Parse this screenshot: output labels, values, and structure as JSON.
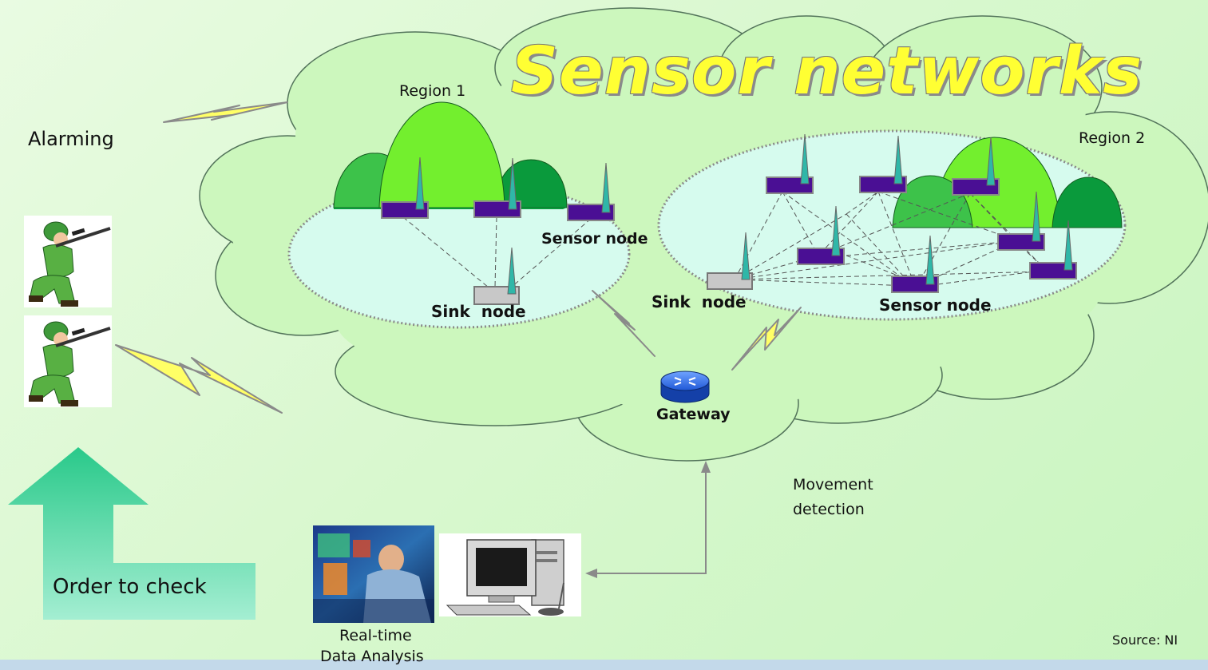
{
  "title": "Sensor networks",
  "labels": {
    "alarming": "Alarming",
    "region1": "Region 1",
    "region2": "Region 2",
    "sensor_node_1": "Sensor node",
    "sensor_node_2": "Sensor node",
    "sink_node_1": "Sink  node",
    "sink_node_2": "Sink  node",
    "gateway": "Gateway",
    "movement_line1": "Movement",
    "movement_line2": "detection",
    "order_to_check": "Order to check",
    "analysis_line1": "Real-time",
    "analysis_line2": "Data Analysis",
    "source": "Source: NI"
  },
  "colors": {
    "cloud_fill": "#ccf7bd",
    "cloud_stroke": "#52735a",
    "region_fill": "#d6fbee",
    "hill_dark": "#0a9a3c",
    "hill_mid": "#3dc24a",
    "hill_light": "#73ef2e",
    "sensor_box": "#4a0f94",
    "antenna": "#2fb7a8",
    "lightning_fill": "#ffff66",
    "arrow_green": "#37cf98",
    "title_yellow": "#ffff33",
    "gateway_blue": "#1f58d6"
  },
  "icons": [
    "soldier-icon",
    "soldier-icon",
    "lightning-icon",
    "sensor-node-icon",
    "sink-node-icon",
    "gateway-router-icon",
    "computer-icon",
    "operator-photo",
    "green-up-arrow"
  ]
}
